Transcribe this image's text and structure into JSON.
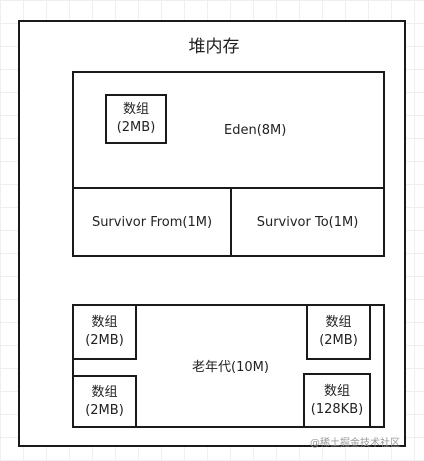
{
  "heap": {
    "title": "堆内存"
  },
  "young_generation": {
    "eden": {
      "label": "Eden(8M)",
      "array": {
        "line1": "数组",
        "line2": "(2MB)"
      }
    },
    "survivor_from": {
      "label": "Survivor From(1M)"
    },
    "survivor_to": {
      "label": "Survivor To(1M)"
    }
  },
  "old_generation": {
    "label": "老年代(10M)",
    "arrays": [
      {
        "line1": "数组",
        "line2": "(2MB)"
      },
      {
        "line1": "数组",
        "line2": "(2MB)"
      },
      {
        "line1": "数组",
        "line2": "(2MB)"
      },
      {
        "line1": "数组",
        "line2": "(128KB)"
      }
    ]
  },
  "watermark": {
    "text": "@稀土掘金技术社区"
  }
}
